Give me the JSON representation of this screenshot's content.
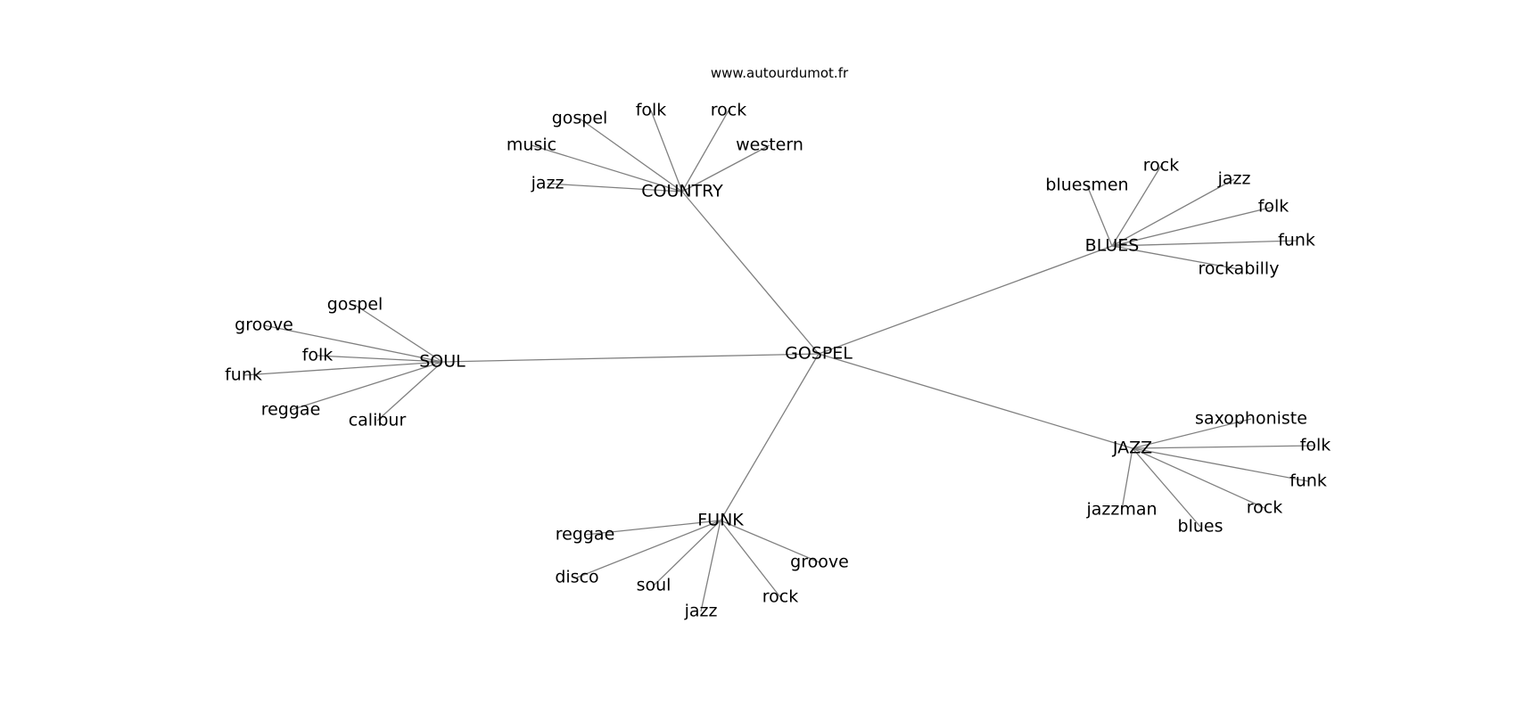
{
  "source": "www.autourdumot.fr",
  "center": {
    "id": "gospel",
    "label": "GOSPEL"
  },
  "hubs": [
    {
      "id": "country",
      "label": "COUNTRY",
      "leaves": [
        {
          "id": "country-gospel",
          "label": "gospel"
        },
        {
          "id": "country-folk",
          "label": "folk"
        },
        {
          "id": "country-rock",
          "label": "rock"
        },
        {
          "id": "country-music",
          "label": "music"
        },
        {
          "id": "country-western",
          "label": "western"
        },
        {
          "id": "country-jazz",
          "label": "jazz"
        }
      ]
    },
    {
      "id": "blues",
      "label": "BLUES",
      "leaves": [
        {
          "id": "blues-bluesmen",
          "label": "bluesmen"
        },
        {
          "id": "blues-rock",
          "label": "rock"
        },
        {
          "id": "blues-jazz",
          "label": "jazz"
        },
        {
          "id": "blues-folk",
          "label": "folk"
        },
        {
          "id": "blues-funk",
          "label": "funk"
        },
        {
          "id": "blues-rockabilly",
          "label": "rockabilly"
        }
      ]
    },
    {
      "id": "soul",
      "label": "SOUL",
      "leaves": [
        {
          "id": "soul-gospel",
          "label": "gospel"
        },
        {
          "id": "soul-groove",
          "label": "groove"
        },
        {
          "id": "soul-folk",
          "label": "folk"
        },
        {
          "id": "soul-funk",
          "label": "funk"
        },
        {
          "id": "soul-reggae",
          "label": "reggae"
        },
        {
          "id": "soul-calibur",
          "label": "calibur"
        }
      ]
    },
    {
      "id": "jazz",
      "label": "JAZZ",
      "leaves": [
        {
          "id": "jazz-saxophoniste",
          "label": "saxophoniste"
        },
        {
          "id": "jazz-folk",
          "label": "folk"
        },
        {
          "id": "jazz-funk",
          "label": "funk"
        },
        {
          "id": "jazz-rock",
          "label": "rock"
        },
        {
          "id": "jazz-blues",
          "label": "blues"
        },
        {
          "id": "jazz-jazzman",
          "label": "jazzman"
        }
      ]
    },
    {
      "id": "funk",
      "label": "FUNK",
      "leaves": [
        {
          "id": "funk-reggae",
          "label": "reggae"
        },
        {
          "id": "funk-disco",
          "label": "disco"
        },
        {
          "id": "funk-soul",
          "label": "soul"
        },
        {
          "id": "funk-jazz",
          "label": "jazz"
        },
        {
          "id": "funk-rock",
          "label": "rock"
        },
        {
          "id": "funk-groove",
          "label": "groove"
        }
      ]
    }
  ]
}
